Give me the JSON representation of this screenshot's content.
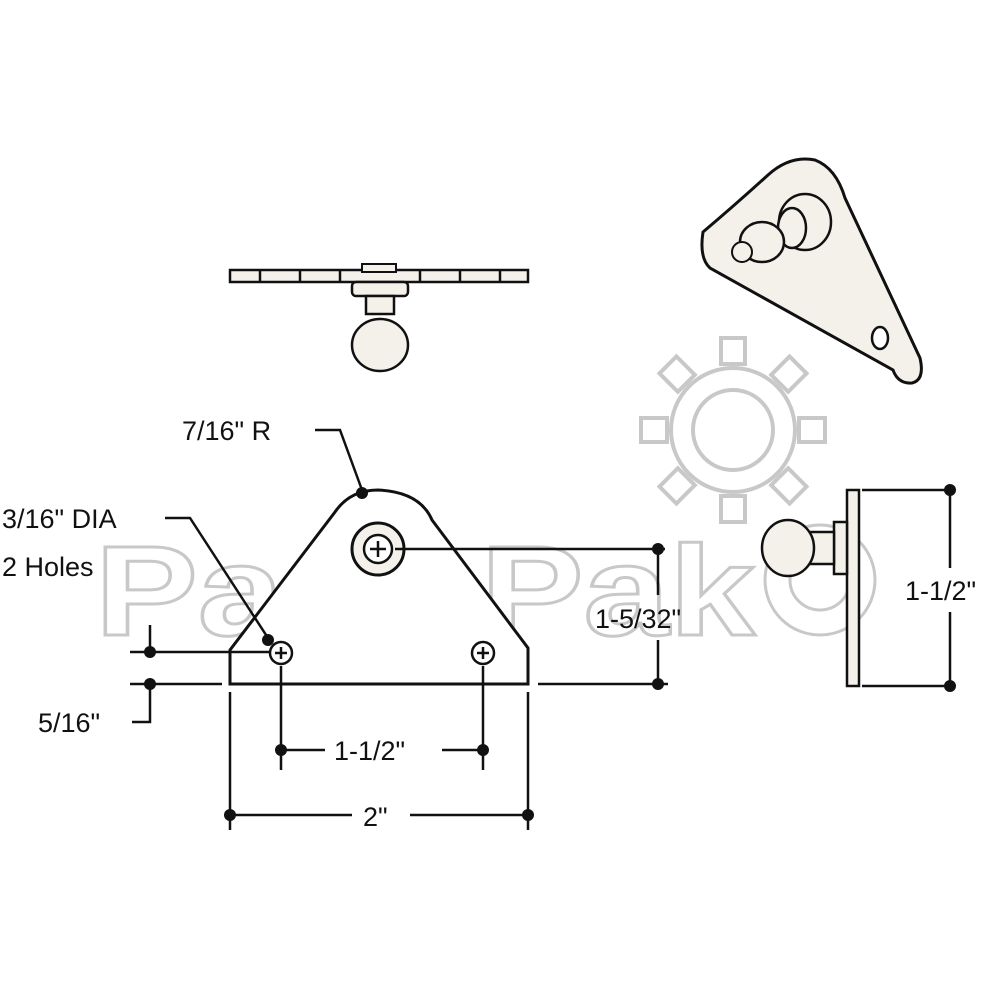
{
  "watermark": {
    "text": "PartsPak"
  },
  "dimensions": {
    "radius": "7/16\" R",
    "hole_dia_line1": "3/16\" DIA",
    "hole_dia_line2": "2 Holes",
    "hole_offset": "5/16\"",
    "hole_spacing": "1-1/2\"",
    "overall_width": "2\"",
    "stud_height": "1-5/32\"",
    "side_height": "1-1/2\""
  },
  "colors": {
    "line": "#111111",
    "watermark": "#c8c8c8",
    "part_fill": "#f4f1ea"
  }
}
